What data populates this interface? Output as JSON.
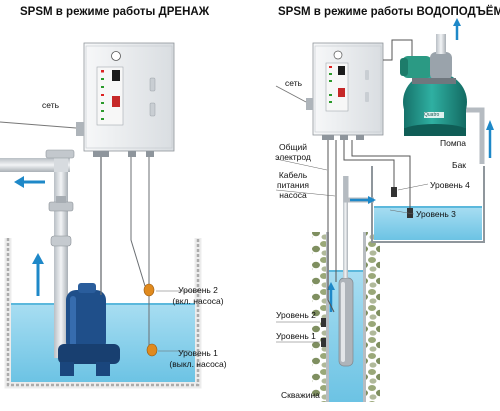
{
  "left_panel": {
    "title": "SPSM в режиме работы ДРЕНАЖ",
    "labels": {
      "network": "сеть",
      "level2_line1": "Уровень 2",
      "level2_line2": "(вкл. насоса)",
      "level1_line1": "Уровень 1",
      "level1_line2": "(выкл. насоса)"
    }
  },
  "right_panel": {
    "title": "SPSM в режиме работы ВОДОПОДЪЁМ",
    "labels": {
      "network": "сеть",
      "common_electrode_line1": "Общий",
      "common_electrode_line2": "электрод",
      "pump_cable_line1": "Кабель",
      "pump_cable_line2": "питания",
      "pump_cable_line3": "насоса",
      "pump": "Помпа",
      "tank": "Бак",
      "level4": "Уровень 4",
      "level3": "Уровень 3",
      "level2": "Уровень 2",
      "level1": "Уровень 1",
      "well": "Скважина",
      "pump_brand": "Quatro"
    }
  },
  "colors": {
    "water": "#8fd3ec",
    "water_dark": "#5bb8dc",
    "arrow": "#1e88c8",
    "pump_blue": "#1f4f8a",
    "pump_green": "#1d8a80",
    "float_orange": "#e08a1e",
    "panel_grey": "#e9ecef",
    "pipe_grey": "#c9ced3",
    "stone": "#8a9a6a"
  }
}
